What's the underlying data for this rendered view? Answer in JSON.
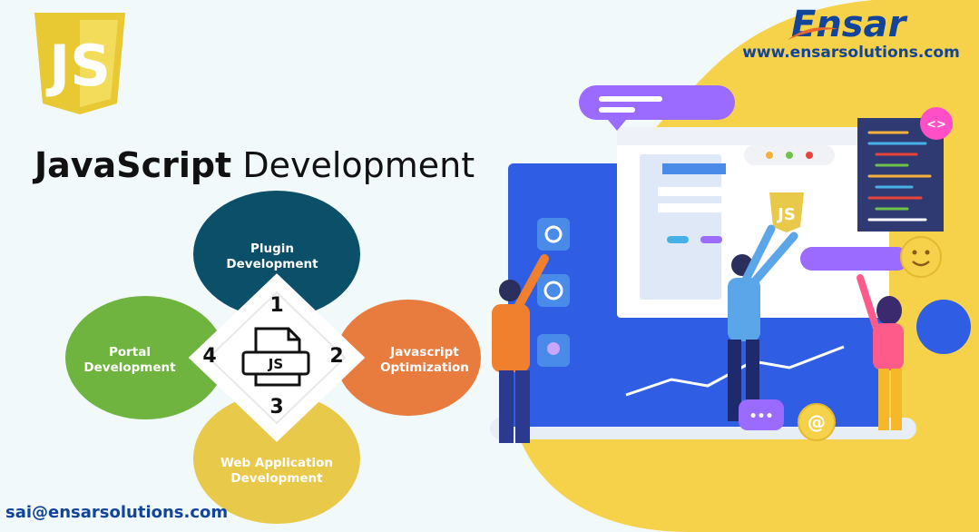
{
  "brand": {
    "name": "Ensar",
    "url": "www.ensarsolutions.com"
  },
  "title": {
    "bold": "JavaScript",
    "light": "Development"
  },
  "center_badge": "JS",
  "services": [
    {
      "number": "1",
      "line1": "Plugin",
      "line2": "Development",
      "color": "#0c4f68"
    },
    {
      "number": "2",
      "line1": "Javascript",
      "line2": "Optimization",
      "color": "#e87c3e"
    },
    {
      "number": "3",
      "line1": "Web Application",
      "line2": "Development",
      "color": "#e9c94a"
    },
    {
      "number": "4",
      "line1": "Portal",
      "line2": "Development",
      "color": "#6fb43f"
    }
  ],
  "illustration": {
    "js_logo": "JS",
    "code_tag": "<>",
    "chat_dots": "•••",
    "at_sign": "@"
  },
  "contact": {
    "email": "sai@ensarsolutions.com"
  },
  "colors": {
    "brand_blue": "#12449a",
    "yellow": "#f6d24a",
    "js_yellow": "#f0d43a",
    "screen_blue": "#2f5ee5",
    "purple": "#9b6bff"
  }
}
